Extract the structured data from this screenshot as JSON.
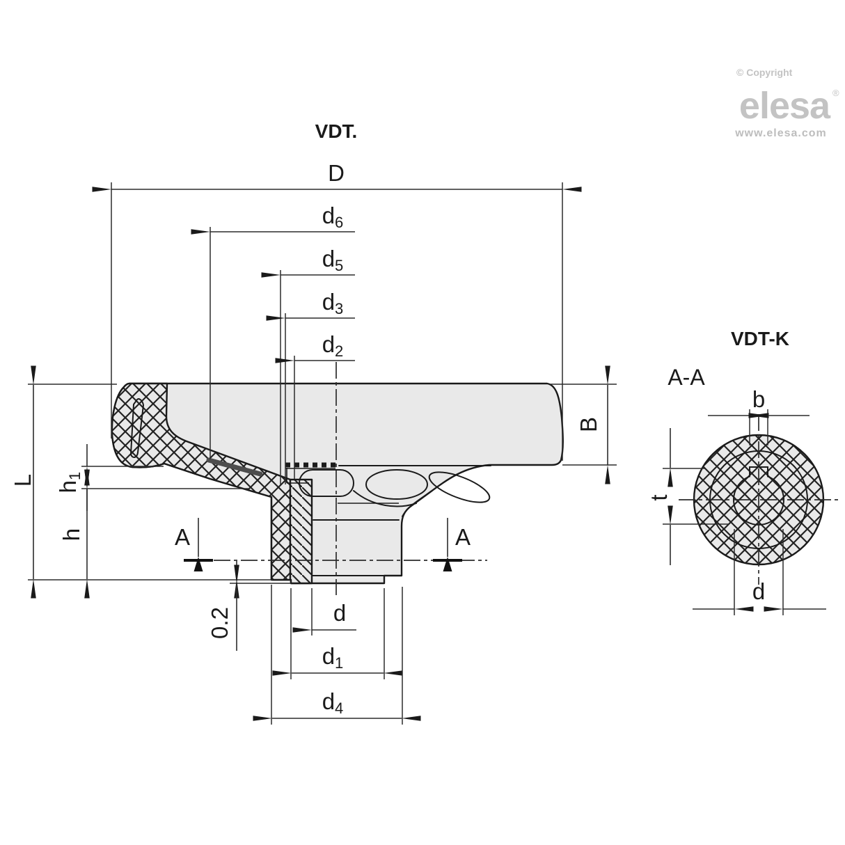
{
  "colors": {
    "ink": "#1a1a1a",
    "dim_line": "#2b2b2b",
    "part_fill": "#e9e9e9",
    "dark_strip": "#4d4d4d",
    "logo_gray": "#c3c3c3",
    "logo_gray_light": "#bdbdbd",
    "background": "#ffffff"
  },
  "branding": {
    "copyright": "© Copyright",
    "brand": "elesa",
    "registered": "®",
    "website": "www.elesa.com"
  },
  "main_view": {
    "title": "VDT.",
    "section_label": "A",
    "dims": {
      "D": "D",
      "d6_base": "d",
      "d6_sub": "6",
      "d5_base": "d",
      "d5_sub": "5",
      "d3_base": "d",
      "d3_sub": "3",
      "d2_base": "d",
      "d2_sub": "2",
      "B": "B",
      "L": "L",
      "h": "h",
      "h1_base": "h",
      "h1_sub": "1",
      "clearance": "0.2",
      "d": "d",
      "d1_base": "d",
      "d1_sub": "1",
      "d4_base": "d",
      "d4_sub": "4"
    }
  },
  "section_view": {
    "title": "VDT-K",
    "section_name": "A-A",
    "dims": {
      "b": "b",
      "t": "t",
      "d": "d"
    }
  }
}
